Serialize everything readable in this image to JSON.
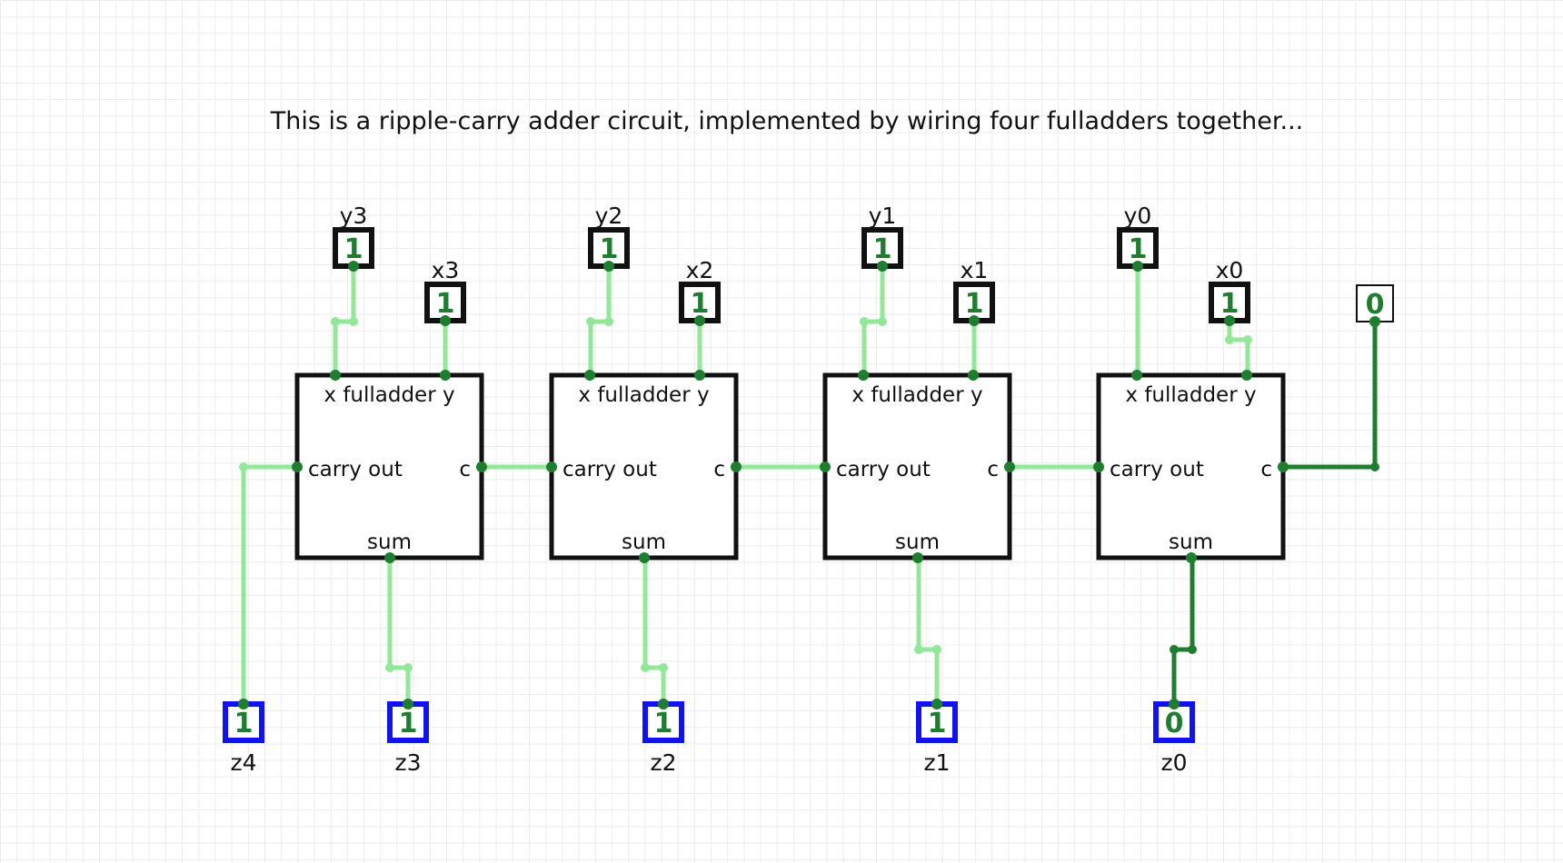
{
  "caption": "This is a ripple-carry adder circuit, implemented by wiring four fulladders together...",
  "colors": {
    "wire_on": "#93e799",
    "wire_off": "#1e7d2e",
    "node": "#1e7d2e",
    "input_box": "#111111",
    "output_box": "#1212ee",
    "constant_box": "#111111",
    "bit_text": "#1e7d2e",
    "block_border": "#111111"
  },
  "fulladders": [
    {
      "id": "fa3",
      "title": "x fulladder y",
      "left_label": "carry out",
      "right_label": "c",
      "bottom_label": "sum"
    },
    {
      "id": "fa2",
      "title": "x fulladder y",
      "left_label": "carry out",
      "right_label": "c",
      "bottom_label": "sum"
    },
    {
      "id": "fa1",
      "title": "x fulladder y",
      "left_label": "carry out",
      "right_label": "c",
      "bottom_label": "sum"
    },
    {
      "id": "fa0",
      "title": "x fulladder y",
      "left_label": "carry out",
      "right_label": "c",
      "bottom_label": "sum"
    }
  ],
  "inputs": [
    {
      "id": "y3",
      "label": "y3",
      "value": "1"
    },
    {
      "id": "x3",
      "label": "x3",
      "value": "1"
    },
    {
      "id": "y2",
      "label": "y2",
      "value": "1"
    },
    {
      "id": "x2",
      "label": "x2",
      "value": "1"
    },
    {
      "id": "y1",
      "label": "y1",
      "value": "1"
    },
    {
      "id": "x1",
      "label": "x1",
      "value": "1"
    },
    {
      "id": "y0",
      "label": "y0",
      "value": "1"
    },
    {
      "id": "x0",
      "label": "x0",
      "value": "1"
    }
  ],
  "carry_in": {
    "id": "cin",
    "value": "0"
  },
  "outputs": [
    {
      "id": "z4",
      "label": "z4",
      "value": "1"
    },
    {
      "id": "z3",
      "label": "z3",
      "value": "1"
    },
    {
      "id": "z2",
      "label": "z2",
      "value": "1"
    },
    {
      "id": "z1",
      "label": "z1",
      "value": "1"
    },
    {
      "id": "z0",
      "label": "z0",
      "value": "0"
    }
  ],
  "wire_states": {
    "y3": "on",
    "x3": "on",
    "y2": "on",
    "x2": "on",
    "y1": "on",
    "x1": "on",
    "y0": "on",
    "x0": "on",
    "carry_in": "off",
    "carry_3_2": "on",
    "carry_2_1": "on",
    "carry_1_0": "on",
    "z4": "on",
    "z3": "on",
    "z2": "on",
    "z1": "on",
    "z0": "off"
  }
}
